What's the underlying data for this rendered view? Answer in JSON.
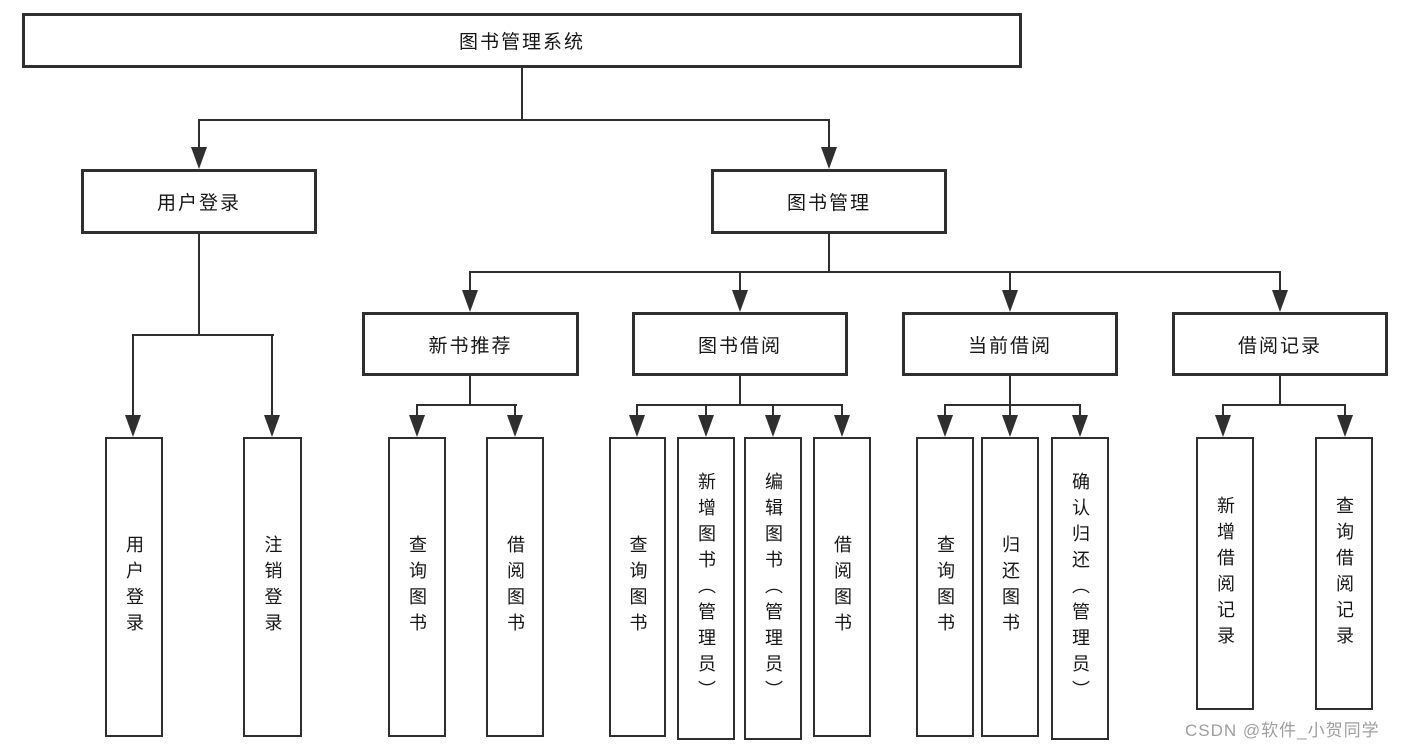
{
  "diagram_title": "图书管理系统",
  "colors": {
    "line": "#2f2f2f",
    "box_border": "#2f2f2f",
    "text": "#161616",
    "background": "#ffffff",
    "watermark": "#9e9e9e"
  },
  "nodes": {
    "root": "图书管理系统",
    "l1_user_login": "用户登录",
    "l1_book_mgmt": "图书管理",
    "l2_new_books": "新书推荐",
    "l2_book_borrow": "图书借阅",
    "l2_current_borrow": "当前借阅",
    "l2_borrow_records": "借阅记录",
    "leaf_user_login": "用户登录",
    "leaf_logout": "注销登录",
    "leaf_newbooks_query": "查询图书",
    "leaf_newbooks_borrow": "借阅图书",
    "leaf_borrow_query": "查询图书",
    "leaf_borrow_add": "新增图书（管理员）",
    "leaf_borrow_edit": "编辑图书（管理员）",
    "leaf_borrow_lend": "借阅图书",
    "leaf_current_query": "查询图书",
    "leaf_current_return": "归还图书",
    "leaf_current_confirm": "确认归还（管理员）",
    "leaf_records_add": "新增借阅记录",
    "leaf_records_query": "查询借阅记录"
  },
  "watermark": "CSDN @软件_小贺同学"
}
